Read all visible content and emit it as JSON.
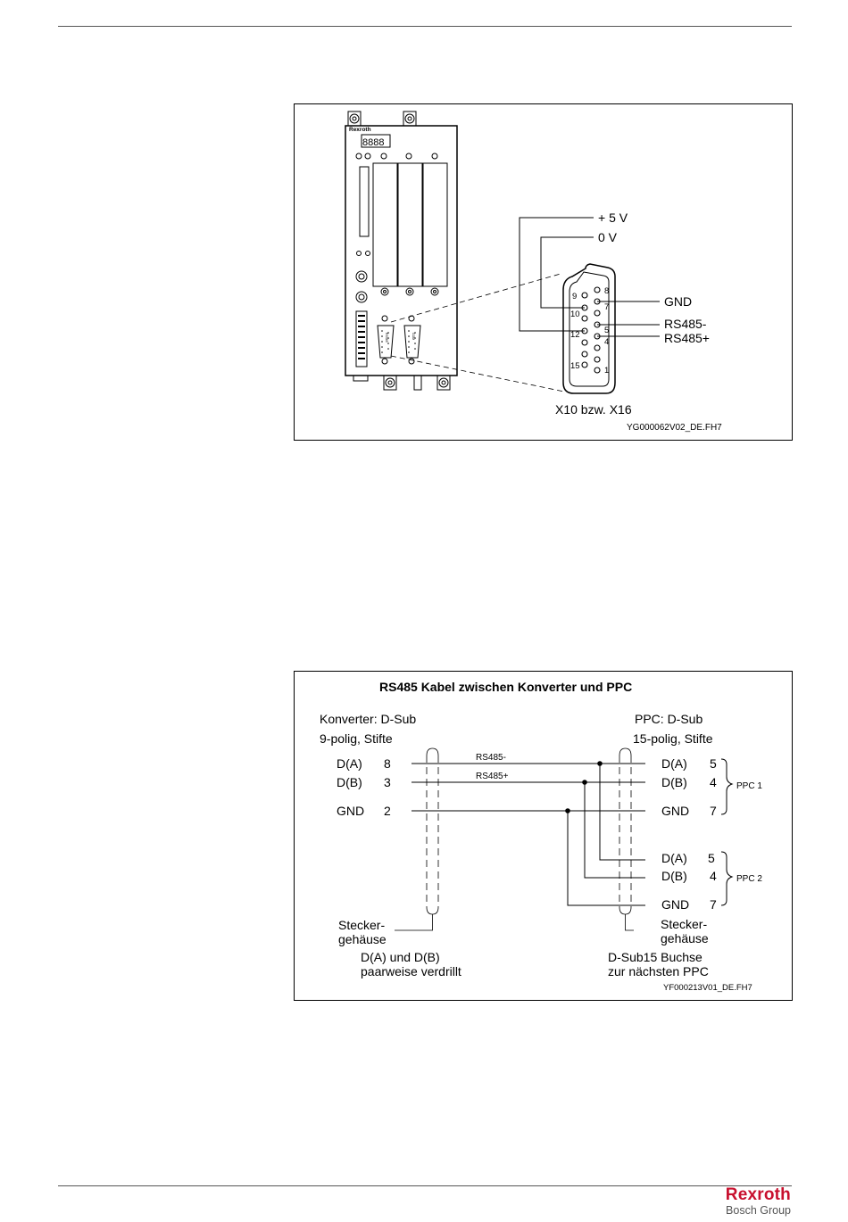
{
  "figure1": {
    "display_digits": "8888",
    "brand_small": "Rexroth",
    "port_label_a": "RS485",
    "port_label_b": "COM",
    "supply_pos": "+ 5 V",
    "supply_zero": "0 V",
    "pin_numbers": [
      "9",
      "10",
      "12",
      "15",
      "8",
      "7",
      "5",
      "4",
      "1"
    ],
    "signal_gnd": "GND",
    "signal_rs485_minus": "RS485-",
    "signal_rs485_plus": "RS485+",
    "connector_name": "X10 bzw. X16",
    "file_ref": "YG000062V02_DE.FH7"
  },
  "figure2": {
    "title": "RS485 Kabel zwischen Konverter und PPC",
    "left_heading_1": "Konverter: D-Sub",
    "left_heading_2": "9-polig, Stifte",
    "right_heading_1": "PPC: D-Sub",
    "right_heading_2": "15-polig, Stifte",
    "left_rows": [
      {
        "signal": "D(A)",
        "pin": "8"
      },
      {
        "signal": "D(B)",
        "pin": "3"
      },
      {
        "signal": "GND",
        "pin": "2"
      }
    ],
    "wire_labels": [
      "RS485-",
      "RS485+"
    ],
    "ppc1_rows": [
      {
        "signal": "D(A)",
        "pin": "5"
      },
      {
        "signal": "D(B)",
        "pin": "4"
      },
      {
        "signal": "GND",
        "pin": "7"
      }
    ],
    "ppc2_rows": [
      {
        "signal": "D(A)",
        "pin": "5"
      },
      {
        "signal": "D(B)",
        "pin": "4"
      },
      {
        "signal": "GND",
        "pin": "7"
      }
    ],
    "ppc1_label": "PPC 1",
    "ppc2_label": "PPC 2",
    "left_housing_1": "Stecker-",
    "left_housing_2": "gehäuse",
    "right_housing_1": "Stecker-",
    "right_housing_2": "gehäuse",
    "twist_note_1": "D(A) und D(B)",
    "twist_note_2": "paarweise verdrillt",
    "socket_note_1": "D-Sub15 Buchse",
    "socket_note_2": "zur nächsten PPC",
    "file_ref": "YF000213V01_DE.FH7"
  },
  "footer": {
    "brand": "Rexroth",
    "group": "Bosch Group",
    "brand_color": "#c8102e"
  }
}
